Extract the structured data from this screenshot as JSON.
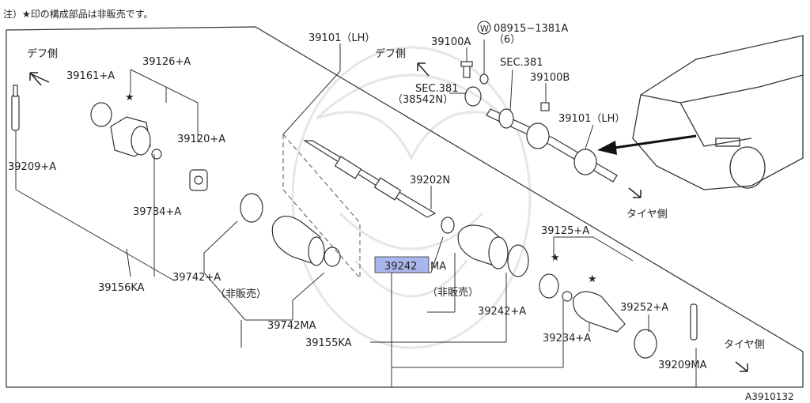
{
  "note": "注）★印の構成部品は非販売です。",
  "diagram_id": "A3910132",
  "directions": {
    "diff_left": "デフ側",
    "diff_center": "デフ側",
    "tire_right": "タイヤ側",
    "tire_bottom": "タイヤ側"
  },
  "labels": {
    "p39101_top": "39101（LH）",
    "p39101_right": "39101（LH）",
    "p08915": "08915−1381A",
    "p08915_qty": "（6）",
    "w_mark": "W",
    "p39100a": "39100A",
    "sec381_a": "SEC.381",
    "p39100b": "39100B",
    "sec381_b": "SEC.381",
    "sec381_b_sub": "（38542N）",
    "p39161": "39161+A",
    "p39126": "39126+A",
    "p39120": "39120+A",
    "p39209a": "39209+A",
    "p39734": "39734+A",
    "p39202n": "39202N",
    "p39742": "39742+A",
    "not_sold_1": "（非販売）",
    "p39742ma": "39742MA",
    "p39156ka": "39156KA",
    "p39242ma_pre": "39242",
    "p39242ma_suf": "MA",
    "not_sold_2": "（非販売）",
    "p39242": "39242+A",
    "p39155ka": "39155KA",
    "p39125": "39125+A",
    "p39252": "39252+A",
    "p39234": "39234+A",
    "p39209ma": "39209MA"
  },
  "star": "★",
  "colors": {
    "highlight": "#a9b6ec",
    "line": "#333333"
  }
}
